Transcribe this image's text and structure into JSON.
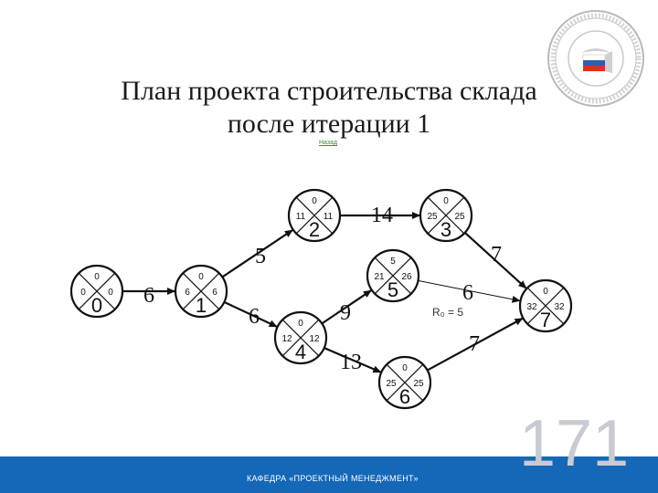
{
  "slide": {
    "title_line1": "План проекта строительства склада",
    "title_line2": "после итерации 1",
    "back_link": "Назад",
    "footer": "КАФЕДРА «ПРОЕКТНЫЙ МЕНЕДЖМЕНТ»",
    "slide_number": "171",
    "logo_icon": "university-seal-icon",
    "colors": {
      "footer_bar": "#1567b8",
      "slide_number": "#c8ccd2",
      "diagram_ink": "#111111"
    }
  },
  "diagram": {
    "nodes": [
      {
        "id": "0",
        "top": "0",
        "left": "0",
        "right": "0"
      },
      {
        "id": "1",
        "top": "0",
        "left": "6",
        "right": "6"
      },
      {
        "id": "2",
        "top": "0",
        "left": "11",
        "right": "11"
      },
      {
        "id": "3",
        "top": "0",
        "left": "25",
        "right": "25"
      },
      {
        "id": "4",
        "top": "0",
        "left": "12",
        "right": "12"
      },
      {
        "id": "5",
        "top": "5",
        "left": "21",
        "right": "26"
      },
      {
        "id": "6",
        "top": "0",
        "left": "25",
        "right": "25"
      },
      {
        "id": "7",
        "top": "0",
        "left": "32",
        "right": "32"
      }
    ],
    "edges": [
      {
        "from": "0",
        "to": "1",
        "label": "6"
      },
      {
        "from": "1",
        "to": "2",
        "label": "5"
      },
      {
        "from": "1",
        "to": "4",
        "label": "6"
      },
      {
        "from": "2",
        "to": "3",
        "label": "14"
      },
      {
        "from": "4",
        "to": "5",
        "label": "9"
      },
      {
        "from": "4",
        "to": "6",
        "label": "13"
      },
      {
        "from": "3",
        "to": "7",
        "label": "7"
      },
      {
        "from": "5",
        "to": "7",
        "label": "6"
      },
      {
        "from": "6",
        "to": "7",
        "label": "7"
      }
    ],
    "extra_label": "R₀ = 5"
  }
}
